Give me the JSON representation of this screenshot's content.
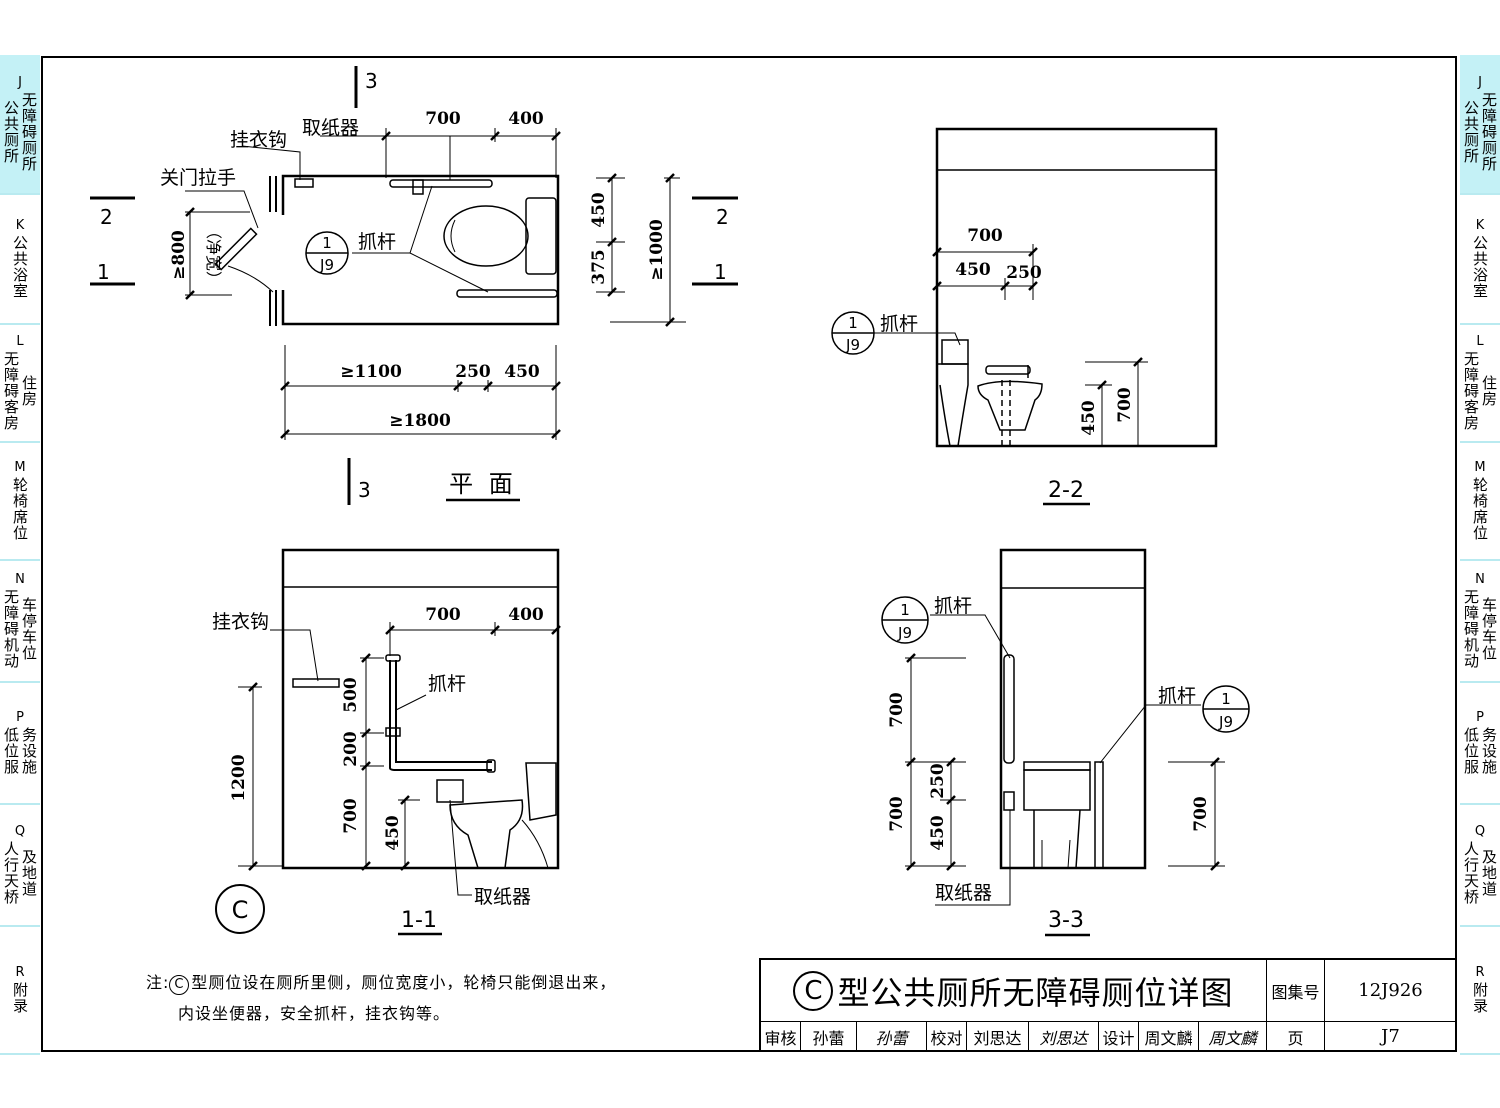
{
  "side_tabs_left": [
    {
      "letter": "J",
      "cols": [
        "无障碍厕所",
        "公共厕所"
      ],
      "active": true
    },
    {
      "letter": "K",
      "cols": [
        "公共浴室"
      ],
      "active": false
    },
    {
      "letter": "L",
      "cols": [
        "住房",
        "无障碍客房"
      ],
      "active": false
    },
    {
      "letter": "M",
      "cols": [
        "轮椅席位"
      ],
      "active": false
    },
    {
      "letter": "N",
      "cols": [
        "车停车位",
        "无障碍机动"
      ],
      "active": false
    },
    {
      "letter": "P",
      "cols": [
        "务设施",
        "低位服"
      ],
      "active": false
    },
    {
      "letter": "Q",
      "cols": [
        "及地道",
        "人行天桥"
      ],
      "active": false
    },
    {
      "letter": "R",
      "cols": [
        "附录"
      ],
      "active": false
    }
  ],
  "side_tabs_right": [
    {
      "letter": "J",
      "cols": [
        "无障碍厕所",
        "公共厕所"
      ],
      "active": true
    },
    {
      "letter": "K",
      "cols": [
        "公共浴室"
      ],
      "active": false
    },
    {
      "letter": "L",
      "cols": [
        "住房",
        "无障碍客房"
      ],
      "active": false
    },
    {
      "letter": "M",
      "cols": [
        "轮椅席位"
      ],
      "active": false
    },
    {
      "letter": "N",
      "cols": [
        "车停车位",
        "无障碍机动"
      ],
      "active": false
    },
    {
      "letter": "P",
      "cols": [
        "务设施",
        "低位服"
      ],
      "active": false
    },
    {
      "letter": "Q",
      "cols": [
        "及地道",
        "人行天桥"
      ],
      "active": false
    },
    {
      "letter": "R",
      "cols": [
        "附录"
      ],
      "active": false
    }
  ],
  "plan": {
    "title": "平 面",
    "labels": {
      "coat_hook": "挂衣钩",
      "paper_holder": "取纸器",
      "door_handle": "关门拉手",
      "grab_bar": "抓杆",
      "clear_width": "（净宽）"
    },
    "dims": {
      "top_a": "700",
      "top_b": "400",
      "right_a": "450",
      "right_b": "375",
      "right_total": "≥1000",
      "left_door": "≥800",
      "bot_a": "≥1100",
      "bot_b": "250",
      "bot_c": "450",
      "bot_total": "≥1800"
    },
    "cuts": {
      "s2": "2",
      "s1": "1",
      "s3": "3"
    }
  },
  "ref": {
    "top": "1",
    "bottom": "J9"
  },
  "sec22": {
    "title": "2-2",
    "labels": {
      "grab_bar": "抓杆"
    },
    "dims": {
      "a": "700",
      "b": "450",
      "c": "250",
      "d": "450",
      "e": "700"
    }
  },
  "sec11": {
    "title": "1-1",
    "labels": {
      "coat_hook": "挂衣钩",
      "grab_bar": "抓杆",
      "paper_holder": "取纸器"
    },
    "dims": {
      "top_a": "700",
      "top_b": "400",
      "h_500": "500",
      "h_200": "200",
      "h_700": "700",
      "h_450": "450",
      "h_1200": "1200"
    },
    "type_mark": "C"
  },
  "sec33": {
    "title": "3-3",
    "labels": {
      "grab_bar_a": "抓杆",
      "grab_bar_b": "抓杆",
      "paper_holder": "取纸器"
    },
    "dims": {
      "l_700a": "700",
      "l_700b": "700",
      "i_250": "250",
      "i_450": "450",
      "r_700": "700"
    }
  },
  "note": {
    "prefix": "注:",
    "mark": "C",
    "line1": "型厕位设在厕所里侧，厕位宽度小，轮椅只能倒退出来，",
    "line2": "内设坐便器，安全抓杆，挂衣钩等。"
  },
  "title_block": {
    "mark": "C",
    "title": "型公共厕所无障碍厕位详图",
    "atlas_label": "图集号",
    "atlas_no": "12J926",
    "review_label": "审核",
    "reviewer": "孙蕾",
    "review_sig": "孙蕾",
    "check_label": "校对",
    "checker": "刘思达",
    "check_sig": "刘思达",
    "design_label": "设计",
    "designer": "周文麟",
    "design_sig": "周文麟",
    "page_label": "页",
    "page_no": "J7"
  }
}
